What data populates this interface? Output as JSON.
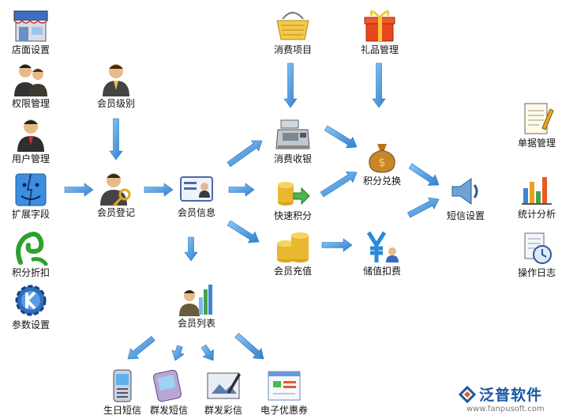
{
  "nodes": {
    "store_settings": "店面设置",
    "permission_mgmt": "权限管理",
    "user_mgmt": "用户管理",
    "extend_fields": "扩展字段",
    "points_discount": "积分折扣",
    "param_settings": "参数设置",
    "member_level": "会员级别",
    "member_register": "会员登记",
    "member_info": "会员信息",
    "member_list": "会员列表",
    "consume_items": "消费项目",
    "gift_mgmt": "礼品管理",
    "consume_checkout": "消费收银",
    "quick_points": "快速积分",
    "member_recharge": "会员充值",
    "points_exchange": "积分兑换",
    "stored_deduct": "储值扣费",
    "sms_settings": "短信设置",
    "receipt_mgmt": "单据管理",
    "stats_analysis": "统计分析",
    "operation_log": "操作日志",
    "birthday_sms": "生日短信",
    "group_sms": "群发短信",
    "group_mms": "群发彩信",
    "e_coupon": "电子优惠券"
  },
  "brand": {
    "name": "泛普软件",
    "url": "www.fanpusoft.com"
  },
  "colors": {
    "arrow": "#3a8fd8",
    "brand": "#1a56a6"
  }
}
